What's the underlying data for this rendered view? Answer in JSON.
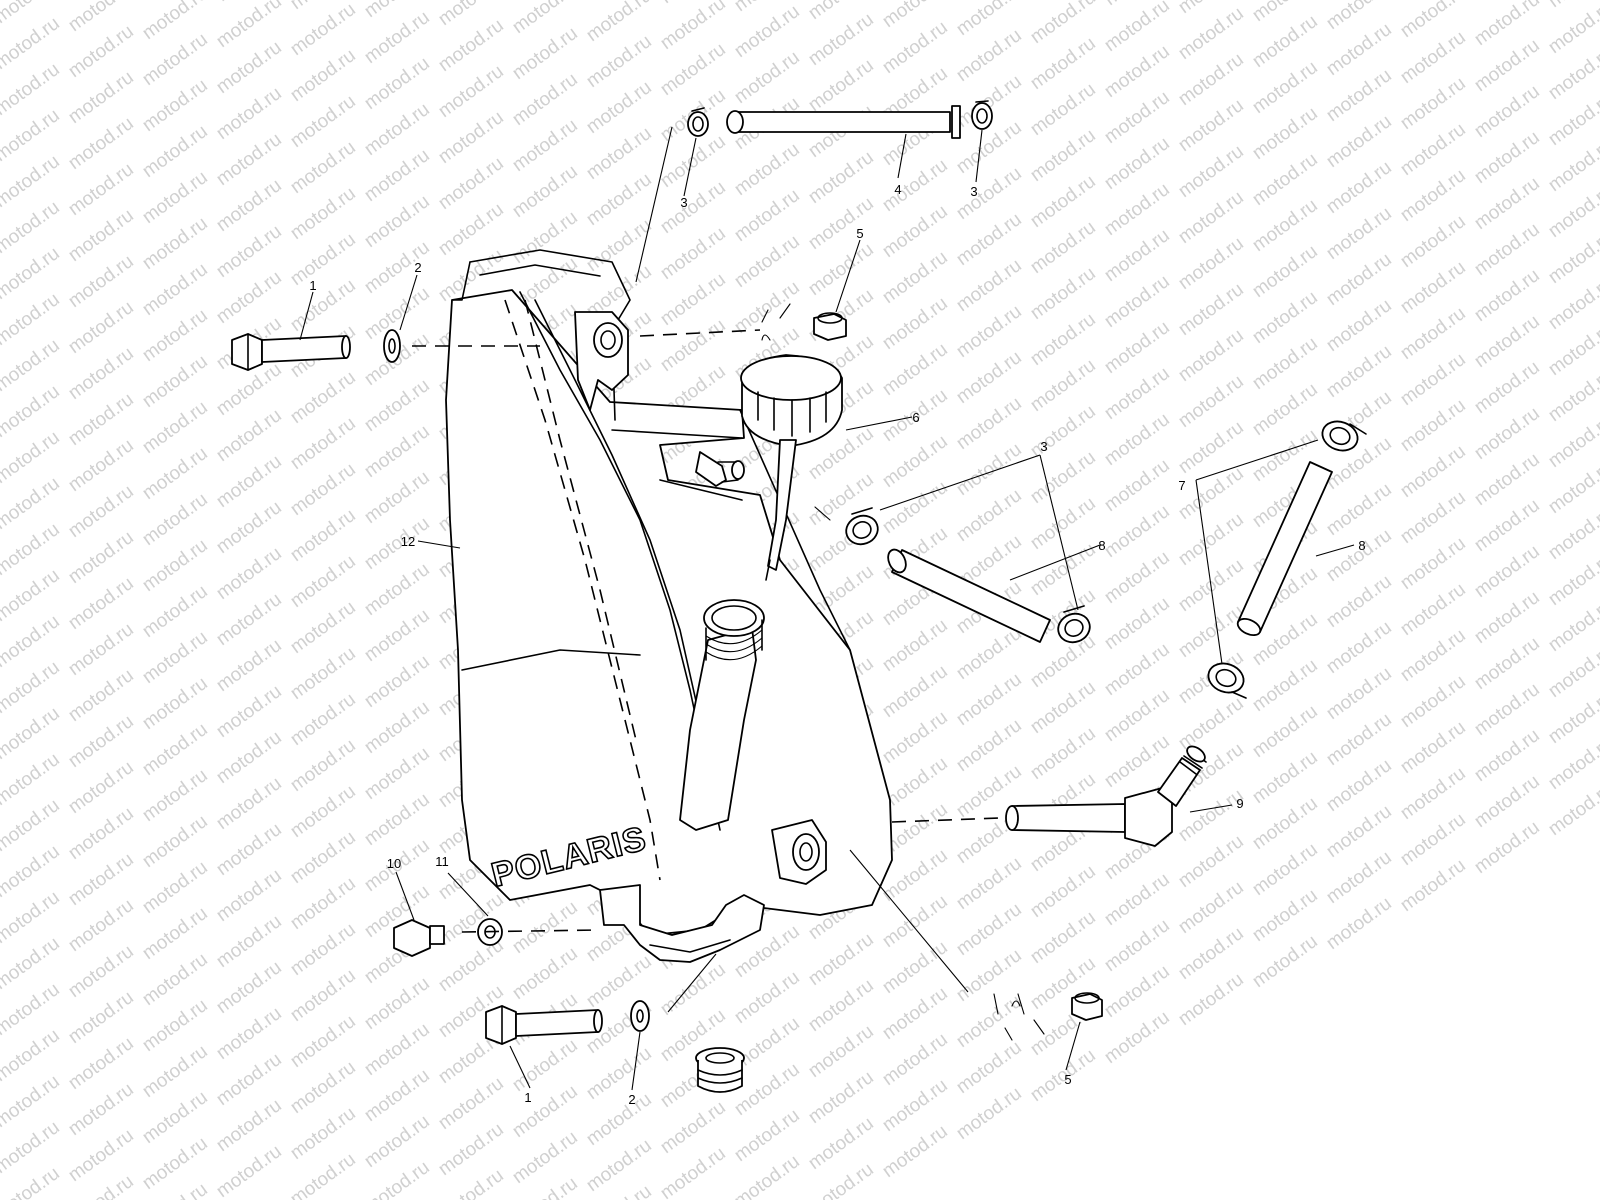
{
  "watermark": {
    "text": "motod.ru"
  },
  "brand_logo": {
    "text": "POLARIS"
  },
  "callouts": [
    {
      "id": "c-1a",
      "label": "1"
    },
    {
      "id": "c-2a",
      "label": "2"
    },
    {
      "id": "c-3a",
      "label": "3"
    },
    {
      "id": "c-4",
      "label": "4"
    },
    {
      "id": "c-3b",
      "label": "3"
    },
    {
      "id": "c-5a",
      "label": "5"
    },
    {
      "id": "c-6",
      "label": "6"
    },
    {
      "id": "c-3c",
      "label": "3"
    },
    {
      "id": "c-7",
      "label": "7"
    },
    {
      "id": "c-8a",
      "label": "8"
    },
    {
      "id": "c-8b",
      "label": "8"
    },
    {
      "id": "c-12",
      "label": "12"
    },
    {
      "id": "c-9",
      "label": "9"
    },
    {
      "id": "c-10",
      "label": "10"
    },
    {
      "id": "c-11",
      "label": "11"
    },
    {
      "id": "c-1b",
      "label": "1"
    },
    {
      "id": "c-2b",
      "label": "2"
    },
    {
      "id": "c-5b",
      "label": "5"
    }
  ]
}
